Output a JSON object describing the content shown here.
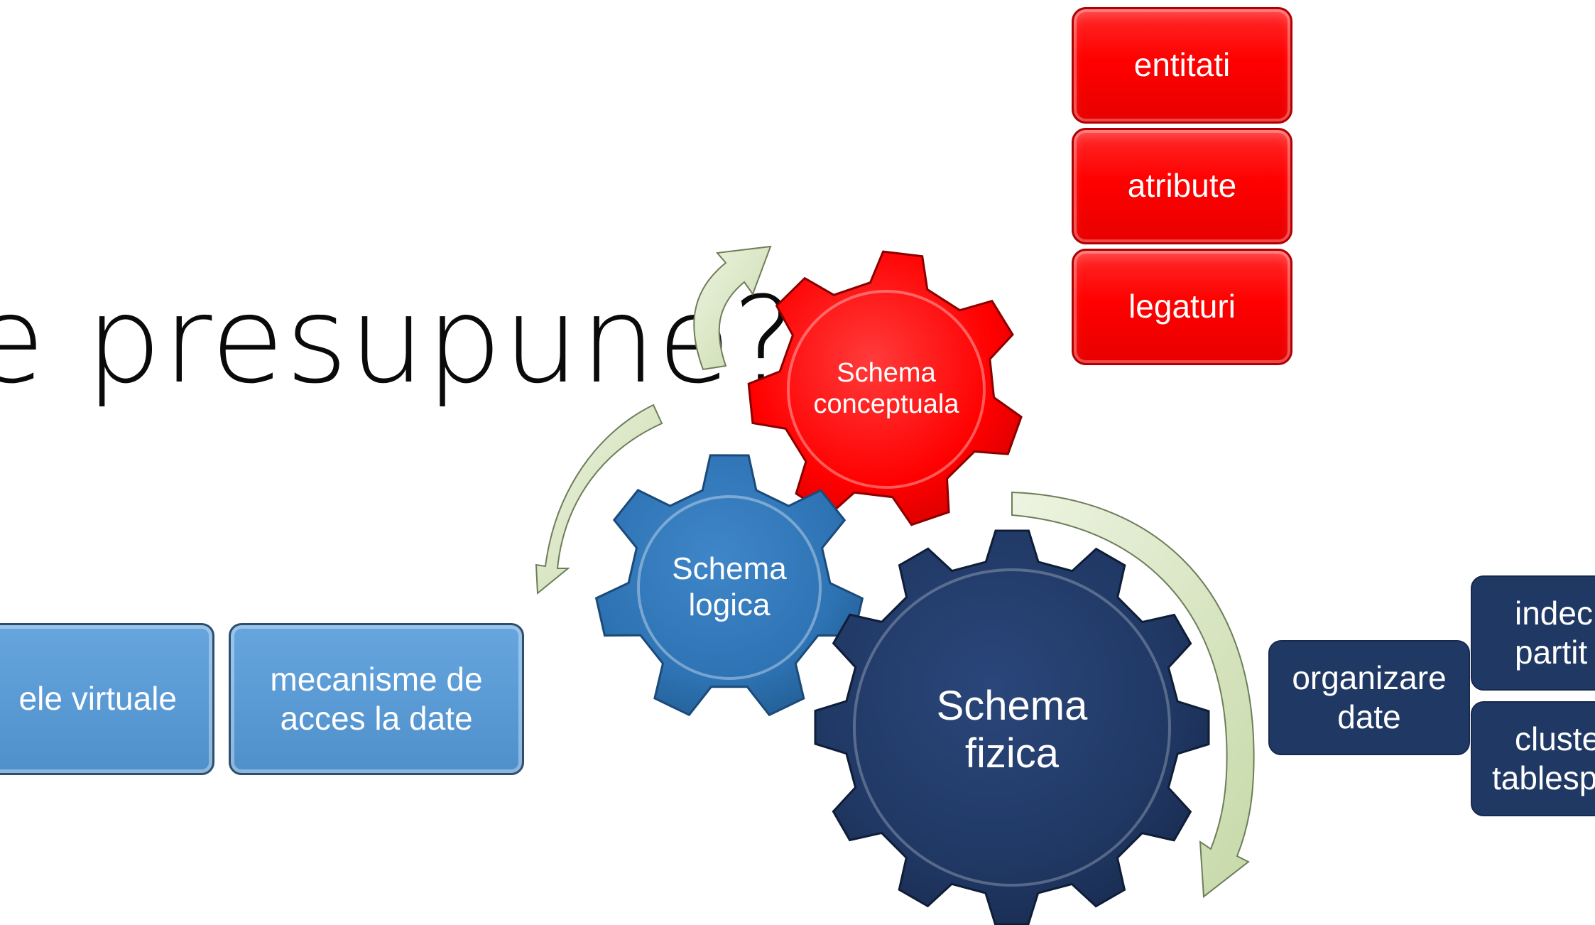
{
  "title": "e presupune?",
  "gears": {
    "conceptual": {
      "label_line1": "Schema",
      "label_line2": "conceptuala",
      "color": "#ff0000"
    },
    "logical": {
      "label_line1": "Schema",
      "label_line2": "logica",
      "color": "#2e74b5"
    },
    "physical": {
      "label_line1": "Schema",
      "label_line2": "fizica",
      "color": "#203864"
    }
  },
  "conceptual_items": [
    "entitati",
    "atribute",
    "legaturi"
  ],
  "logical_items": [
    {
      "text": "ele virtuale"
    },
    {
      "line1": "mecanisme de",
      "line2": "acces la date"
    }
  ],
  "physical_items": {
    "main": {
      "line1": "organizare",
      "line2": "date"
    },
    "sub1": {
      "line1": "indec",
      "line2": "partit"
    },
    "sub2": {
      "line1": "cluste",
      "line2": "tablesp"
    }
  },
  "colors": {
    "red": "#ff0000",
    "light_blue": "#5b9bd5",
    "navy": "#203864",
    "arrow": "#d7e4bd"
  }
}
